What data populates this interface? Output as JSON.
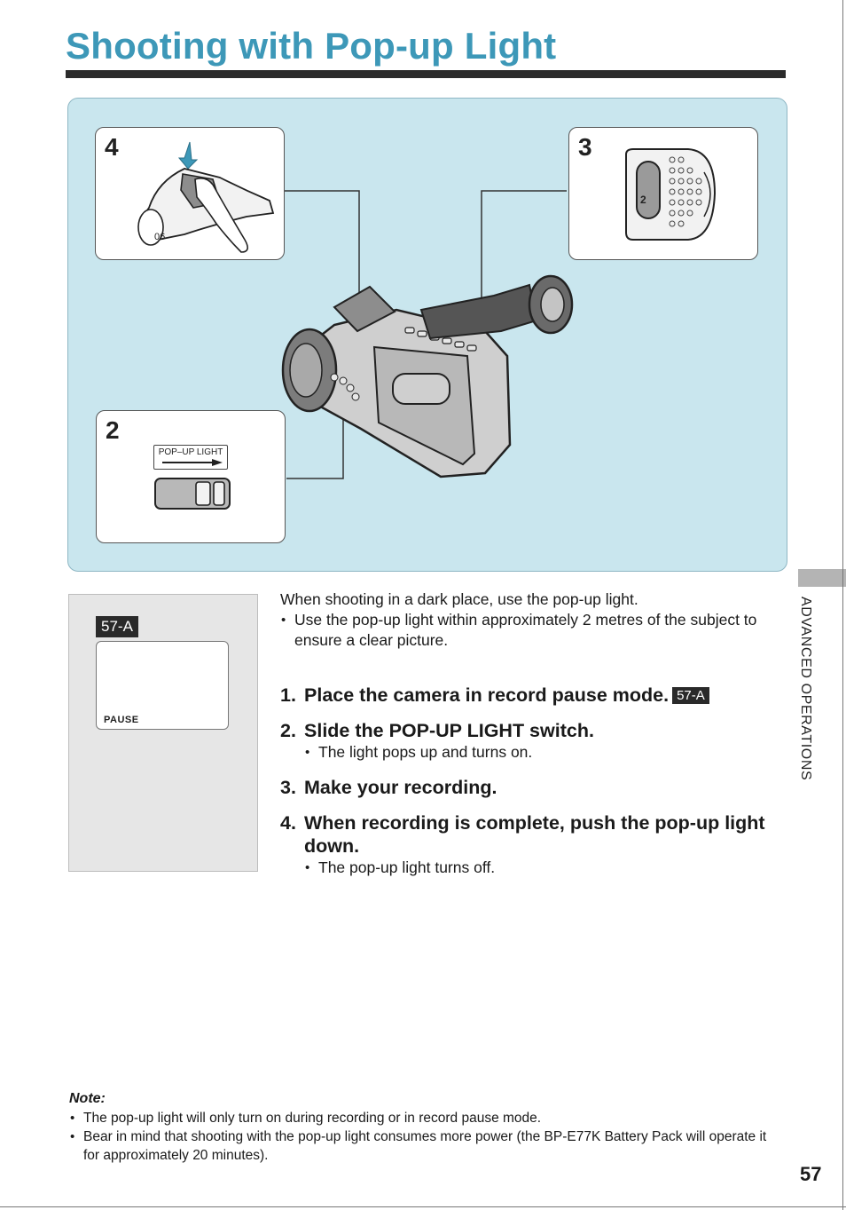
{
  "header": {
    "title": "Shooting with Pop-up Light"
  },
  "illustration": {
    "inset_4_number": "4",
    "inset_3_number": "3",
    "inset_2_number": "2",
    "switch_label": "POP–UP LIGHT",
    "button_number": "2"
  },
  "lcd": {
    "ref_badge": "57-A",
    "pause_label": "PAUSE"
  },
  "body": {
    "intro": "When shooting in a dark place, use the pop-up light.",
    "intro_bullet": "Use the pop-up light within approximately 2 metres of the subject to ensure a clear picture.",
    "steps": [
      {
        "num": "1.",
        "text": "Place the camera in record pause mode.",
        "badge": "57-A"
      },
      {
        "num": "2.",
        "text": "Slide the POP-UP LIGHT switch.",
        "bullet": "The light pops up and turns on."
      },
      {
        "num": "3.",
        "text": "Make your recording."
      },
      {
        "num": "4.",
        "text": "When recording is complete, push the pop-up light down.",
        "bullet": "The pop-up light turns off."
      }
    ]
  },
  "side_section": "ADVANCED OPERATIONS",
  "note": {
    "title": "Note:",
    "items": [
      "The pop-up light will only turn on during recording or in record pause mode.",
      "Bear in mind that shooting with the pop-up light consumes more power (the BP-E77K Battery Pack will operate it for approximately 20 minutes)."
    ]
  },
  "page_number": "57"
}
